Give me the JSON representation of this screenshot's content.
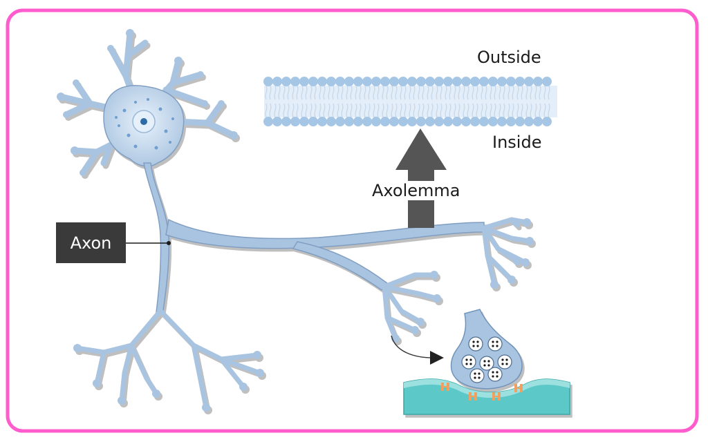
{
  "labels": {
    "outside": "Outside",
    "inside": "Inside",
    "axolemma": "Axolemma",
    "axon": "Axon"
  },
  "colors": {
    "frame": "#ff5ccd",
    "neuron_fill": "#a9c4e0",
    "neuron_outline": "#7f9ec2",
    "membrane_head": "#a6c6e6",
    "arrow": "#555555",
    "label_box": "#3a3a3a",
    "synapse_teal": "#5cc8c8",
    "receptor": "#f0a060"
  },
  "icons": {
    "axolemma_arrow": "up-arrow-icon",
    "pointer_arrow": "curved-arrow-icon"
  }
}
